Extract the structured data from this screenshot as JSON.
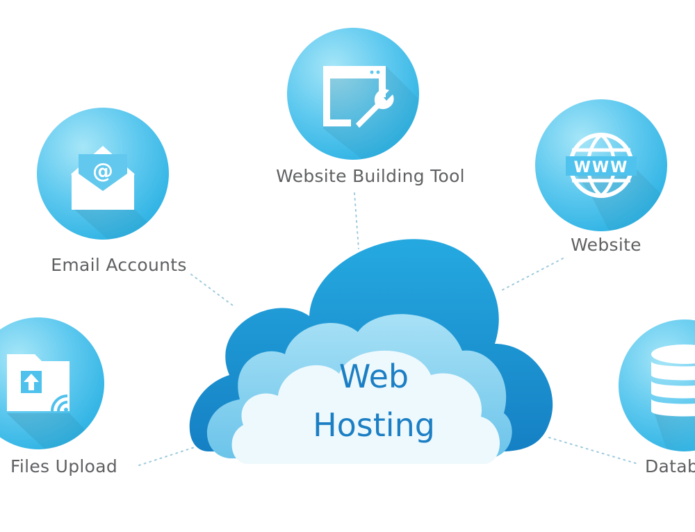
{
  "center": {
    "line1": "Web",
    "line2": "Hosting"
  },
  "nodes": [
    {
      "id": "website-building-tool",
      "label": "Website Building Tool",
      "icon": "browser-wrench-icon"
    },
    {
      "id": "email-accounts",
      "label": "Email Accounts",
      "icon": "envelope-at-icon"
    },
    {
      "id": "website",
      "label": "Website",
      "icon": "globe-www-icon"
    },
    {
      "id": "files-upload",
      "label": "Files Upload",
      "icon": "folder-upload-icon"
    },
    {
      "id": "database",
      "label": "Datab",
      "icon": "database-icon"
    }
  ],
  "colors": {
    "circle_light": "#8fdcf5",
    "circle_dark": "#2cb6e6",
    "cloud_dark": "#1b8fcf",
    "cloud_mid": "#8fd3f0",
    "cloud_inner": "#eef9fd",
    "label_text": "#5f6062",
    "center_text": "#1c7fc4",
    "dotted_line": "#9cc9dd"
  }
}
